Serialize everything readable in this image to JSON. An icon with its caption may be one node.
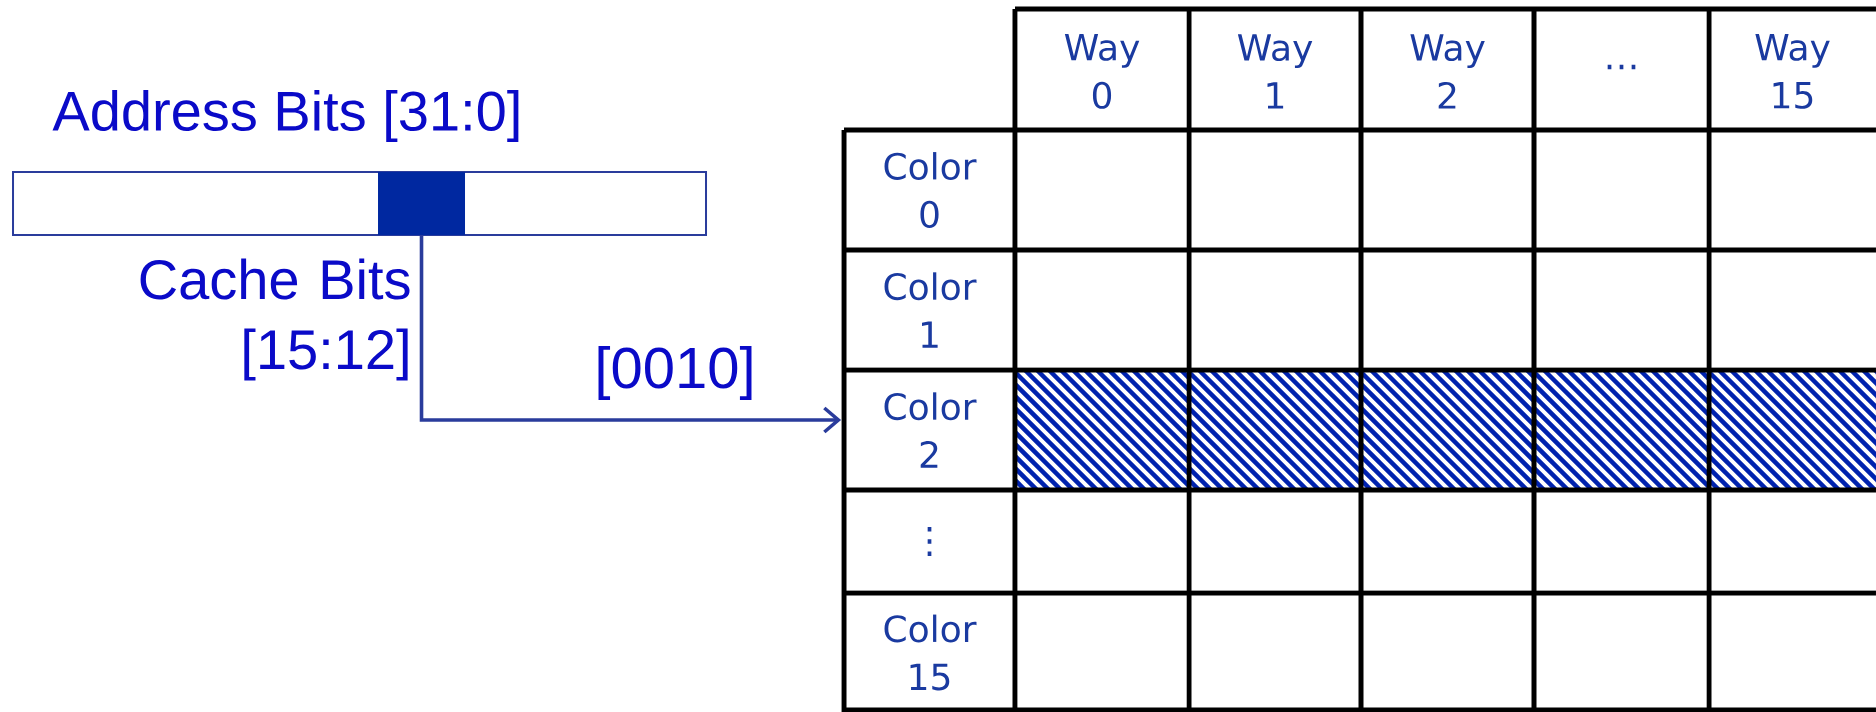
{
  "diagram": {
    "nodes": [
      {
        "text": [
          "Address Bits [31:0]"
        ]
      },
      {
        "text": [
          "Cache Bits [15:12]"
        ],
        "in": 0
      },
      {
        "text": [
          "Color 0"
        ]
      },
      {
        "text": [
          "Color 1"
        ]
      },
      {
        "text": [
          "Color 2"
        ]
      },
      {
        "text": [
          "⋮"
        ]
      },
      {
        "text": [
          "Color 15"
        ]
      }
    ],
    "edges": [
      {
        "from": 1,
        "to": 4,
        "arrow": "to",
        "label": "[0010]"
      }
    ],
    "labels": [
      "Way 0",
      "Way 1",
      "Way 2",
      "⋯",
      "Way 15"
    ]
  }
}
